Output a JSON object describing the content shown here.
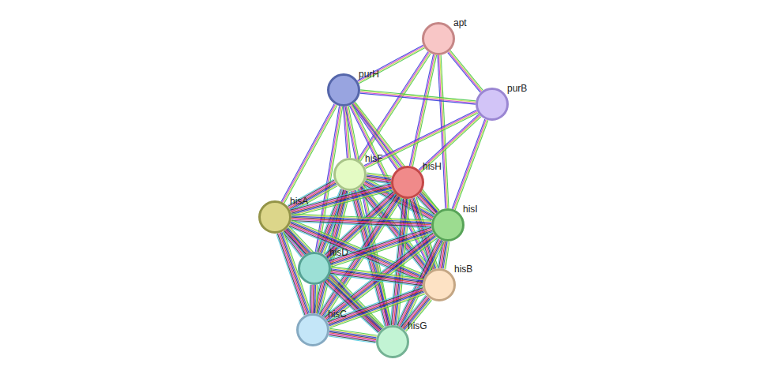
{
  "diagram": {
    "nodes": [
      {
        "text": [
          "apt"
        ]
      },
      {
        "text": [
          "purH"
        ]
      },
      {
        "text": [
          "purB"
        ]
      },
      {
        "text": [
          "hisF"
        ]
      },
      {
        "text": [
          "hisH"
        ]
      },
      {
        "text": [
          "hisA"
        ]
      },
      {
        "text": [
          "hisI"
        ]
      },
      {
        "text": [
          "hisD"
        ]
      },
      {
        "text": [
          "hisB"
        ]
      },
      {
        "text": [
          "hisC"
        ]
      },
      {
        "text": [
          "hisG"
        ]
      }
    ],
    "edges": [
      {
        "from": 0,
        "to": 1,
        "arrow": "none"
      },
      {
        "from": 0,
        "to": 2,
        "arrow": "none"
      },
      {
        "from": 0,
        "to": 3,
        "arrow": "none"
      },
      {
        "from": 0,
        "to": 4,
        "arrow": "none"
      },
      {
        "from": 0,
        "to": 6,
        "arrow": "none"
      },
      {
        "from": 1,
        "to": 2,
        "arrow": "none"
      },
      {
        "from": 1,
        "to": 3,
        "arrow": "none"
      },
      {
        "from": 1,
        "to": 4,
        "arrow": "none"
      },
      {
        "from": 1,
        "to": 5,
        "arrow": "none"
      },
      {
        "from": 1,
        "to": 6,
        "arrow": "none"
      },
      {
        "from": 1,
        "to": 7,
        "arrow": "none"
      },
      {
        "from": 1,
        "to": 8,
        "arrow": "none"
      },
      {
        "from": 1,
        "to": 10,
        "arrow": "none"
      },
      {
        "from": 2,
        "to": 3,
        "arrow": "none"
      },
      {
        "from": 2,
        "to": 4,
        "arrow": "none"
      },
      {
        "from": 2,
        "to": 6,
        "arrow": "none"
      },
      {
        "from": 3,
        "to": 4,
        "arrow": "none"
      },
      {
        "from": 3,
        "to": 5,
        "arrow": "none"
      },
      {
        "from": 3,
        "to": 6,
        "arrow": "none"
      },
      {
        "from": 3,
        "to": 7,
        "arrow": "none"
      },
      {
        "from": 3,
        "to": 8,
        "arrow": "none"
      },
      {
        "from": 3,
        "to": 9,
        "arrow": "none"
      },
      {
        "from": 3,
        "to": 10,
        "arrow": "none"
      },
      {
        "from": 4,
        "to": 5,
        "arrow": "none"
      },
      {
        "from": 4,
        "to": 6,
        "arrow": "none"
      },
      {
        "from": 4,
        "to": 7,
        "arrow": "none"
      },
      {
        "from": 4,
        "to": 8,
        "arrow": "none"
      },
      {
        "from": 4,
        "to": 9,
        "arrow": "none"
      },
      {
        "from": 4,
        "to": 10,
        "arrow": "none"
      },
      {
        "from": 5,
        "to": 6,
        "arrow": "none"
      },
      {
        "from": 5,
        "to": 7,
        "arrow": "none"
      },
      {
        "from": 5,
        "to": 8,
        "arrow": "none"
      },
      {
        "from": 5,
        "to": 9,
        "arrow": "none"
      },
      {
        "from": 5,
        "to": 10,
        "arrow": "none"
      },
      {
        "from": 6,
        "to": 7,
        "arrow": "none"
      },
      {
        "from": 6,
        "to": 8,
        "arrow": "none"
      },
      {
        "from": 6,
        "to": 9,
        "arrow": "none"
      },
      {
        "from": 6,
        "to": 10,
        "arrow": "none"
      },
      {
        "from": 7,
        "to": 8,
        "arrow": "none"
      },
      {
        "from": 7,
        "to": 9,
        "arrow": "none"
      },
      {
        "from": 7,
        "to": 10,
        "arrow": "none"
      },
      {
        "from": 8,
        "to": 9,
        "arrow": "none"
      },
      {
        "from": 8,
        "to": 10,
        "arrow": "none"
      },
      {
        "from": 9,
        "to": 10,
        "arrow": "none"
      }
    ]
  }
}
